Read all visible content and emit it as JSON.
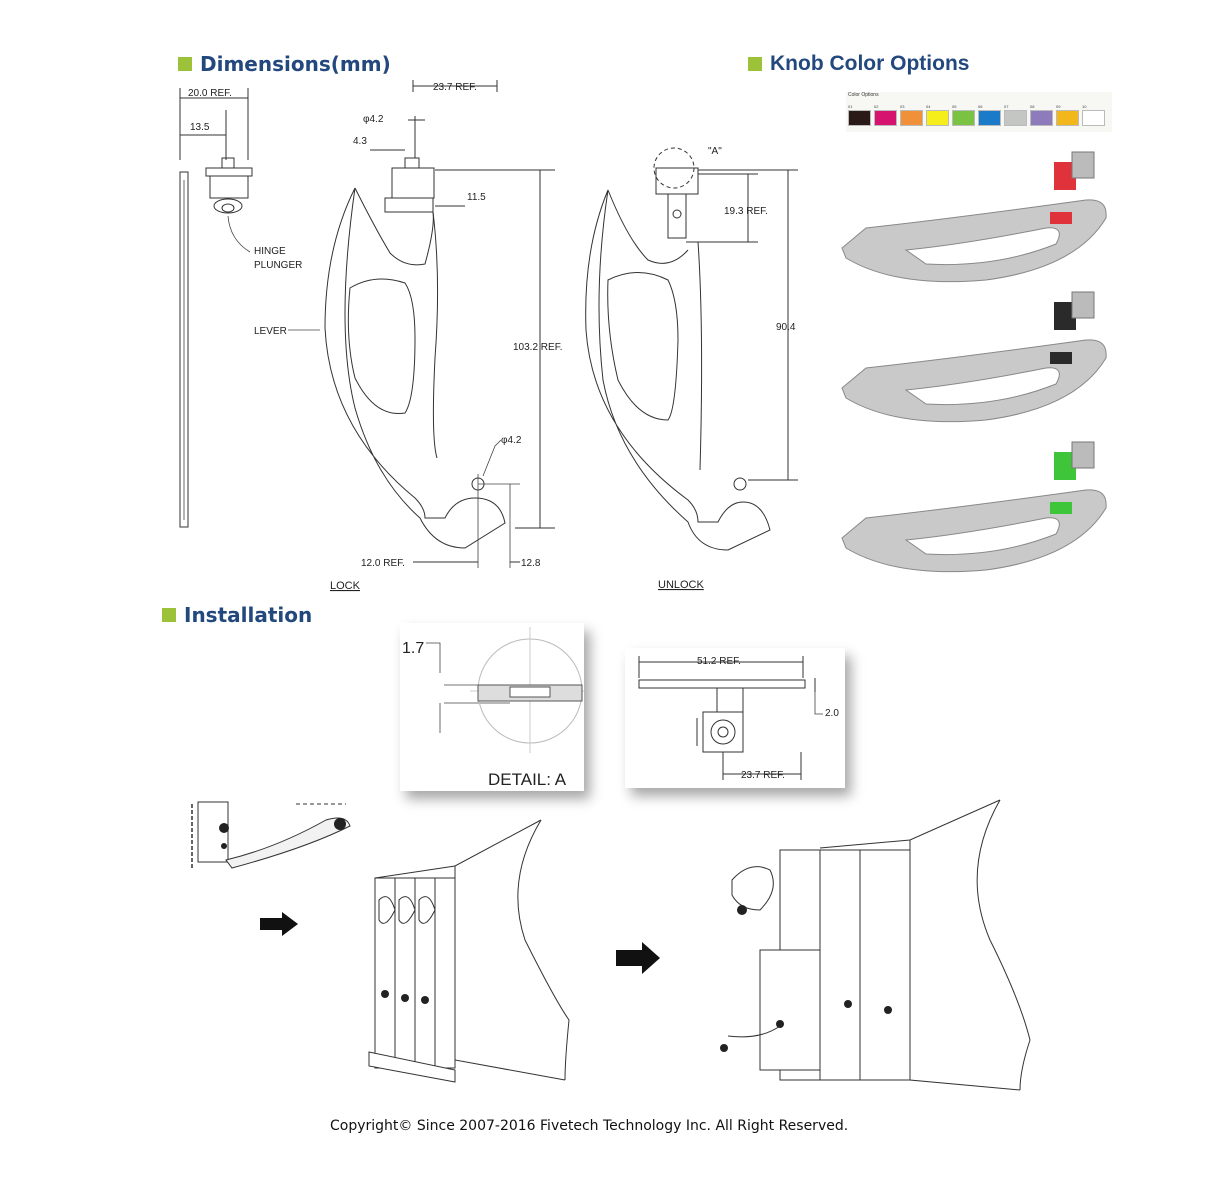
{
  "sections": {
    "dimensions": "Dimensions(mm)",
    "knob_colors": "Knob Color Options",
    "installation": "Installation"
  },
  "side_view": {
    "dim_20": "20.0 REF.",
    "dim_13_5": "13.5",
    "hinge_label_1": "HINGE",
    "hinge_label_2": "PLUNGER",
    "lever_label": "LEVER"
  },
  "lock_view": {
    "dim_23_7": "23.7 REF.",
    "dim_phi_4_2_top": "φ4.2",
    "dim_4_3": "4.3",
    "dim_11_5": "11.5",
    "dim_103_2": "103.2 REF.",
    "dim_phi_4_2_bottom": "φ4.2",
    "dim_12_0": "12.0 REF.",
    "dim_12_8": "12.8",
    "caption": "LOCK"
  },
  "unlock_view": {
    "detail_ref": "\"A\"",
    "dim_19_3": "19.3 REF.",
    "dim_90_4": "90.4",
    "caption": "UNLOCK"
  },
  "color_options": {
    "title": "Color Options",
    "swatches": [
      {
        "num": "01",
        "color": "#2a1a17"
      },
      {
        "num": "02",
        "color": "#d6146f"
      },
      {
        "num": "03",
        "color": "#f0913a"
      },
      {
        "num": "04",
        "color": "#f6ee1b"
      },
      {
        "num": "05",
        "color": "#7ac241"
      },
      {
        "num": "06",
        "color": "#1b7bc8"
      },
      {
        "num": "07",
        "color": "#c4c6c3"
      },
      {
        "num": "08",
        "color": "#8e7bbb"
      },
      {
        "num": "09",
        "color": "#f2b81b"
      },
      {
        "num": "10",
        "color": "#ffffff"
      }
    ],
    "knob_colors": [
      "#e0323a",
      "#2a2a2a",
      "#3fc53a"
    ]
  },
  "detail_a": {
    "dim_1_7": "1.7",
    "caption": "DETAIL: A"
  },
  "top_view": {
    "dim_51_2": "51.2 REF.",
    "dim_2_0": "2.0",
    "dim_23_7": "23.7 REF."
  },
  "copyright": "Copyright© Since 2007-2016 Fivetech Technology Inc. All Right Reserved."
}
